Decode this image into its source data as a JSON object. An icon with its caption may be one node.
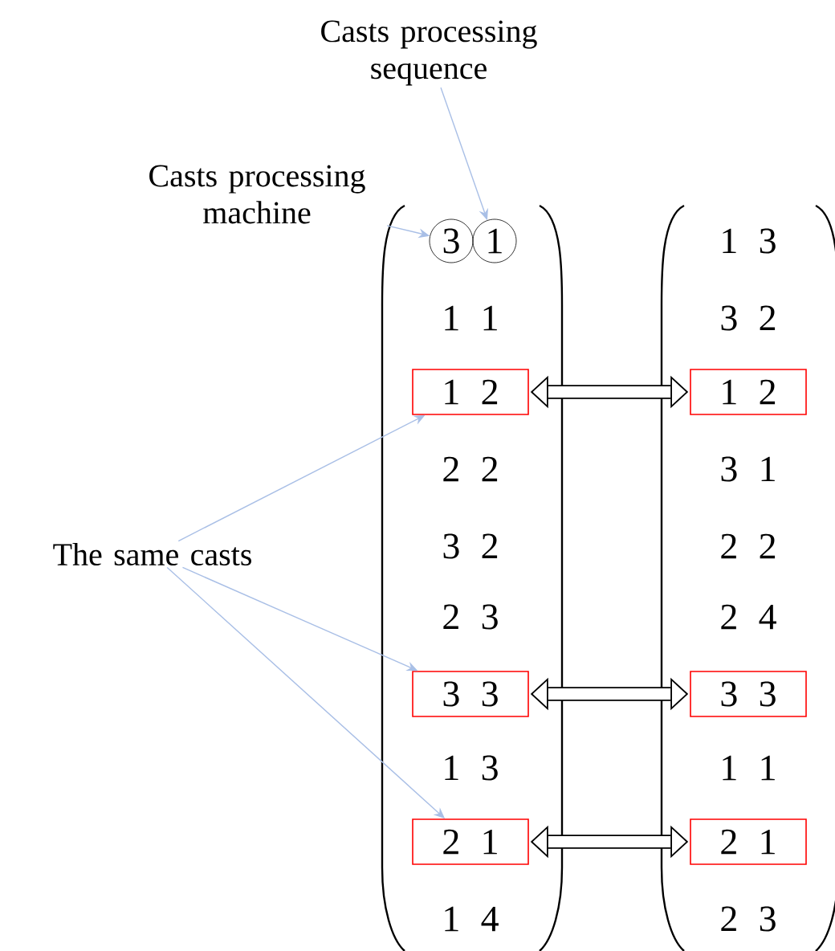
{
  "diagram": {
    "nodes": [
      {
        "text": [
          "Casts processing sequence"
        ]
      },
      {
        "text": [
          "Casts processing machine"
        ]
      },
      {
        "text": [
          "3"
        ]
      },
      {
        "text": [
          "1"
        ]
      },
      {
        "text": [
          "The same casts"
        ]
      },
      {
        "text": [
          "1 2"
        ]
      },
      {
        "text": [
          "1 2"
        ]
      },
      {
        "text": [
          "3 3"
        ]
      },
      {
        "text": [
          "3 3"
        ]
      },
      {
        "text": [
          "2 1"
        ]
      },
      {
        "text": [
          "2 1"
        ]
      }
    ],
    "edges": [
      {
        "from": 0,
        "to": 3,
        "arrow": "to",
        "color": "#a9bfe6"
      },
      {
        "from": 1,
        "to": 2,
        "arrow": "to",
        "color": "#a9bfe6"
      },
      {
        "from": 4,
        "to": 5,
        "arrow": "to",
        "color": "#a9bfe6"
      },
      {
        "from": 4,
        "to": 7,
        "arrow": "to",
        "color": "#a9bfe6"
      },
      {
        "from": 4,
        "to": 9,
        "arrow": "to",
        "color": "#a9bfe6"
      },
      {
        "from": 5,
        "to": 6,
        "arrow": "both",
        "style": "thick",
        "color": "#000000"
      },
      {
        "from": 7,
        "to": 8,
        "arrow": "both",
        "style": "thick",
        "color": "#000000"
      },
      {
        "from": 9,
        "to": 10,
        "arrow": "both",
        "style": "thick",
        "color": "#000000"
      }
    ],
    "labels": [
      "1 3",
      "1 1",
      "3 2",
      "2 2",
      "3 1",
      "3 2",
      "2 2",
      "2 3",
      "2 4",
      "1 3",
      "1 1",
      "1 4",
      "2 3"
    ]
  }
}
